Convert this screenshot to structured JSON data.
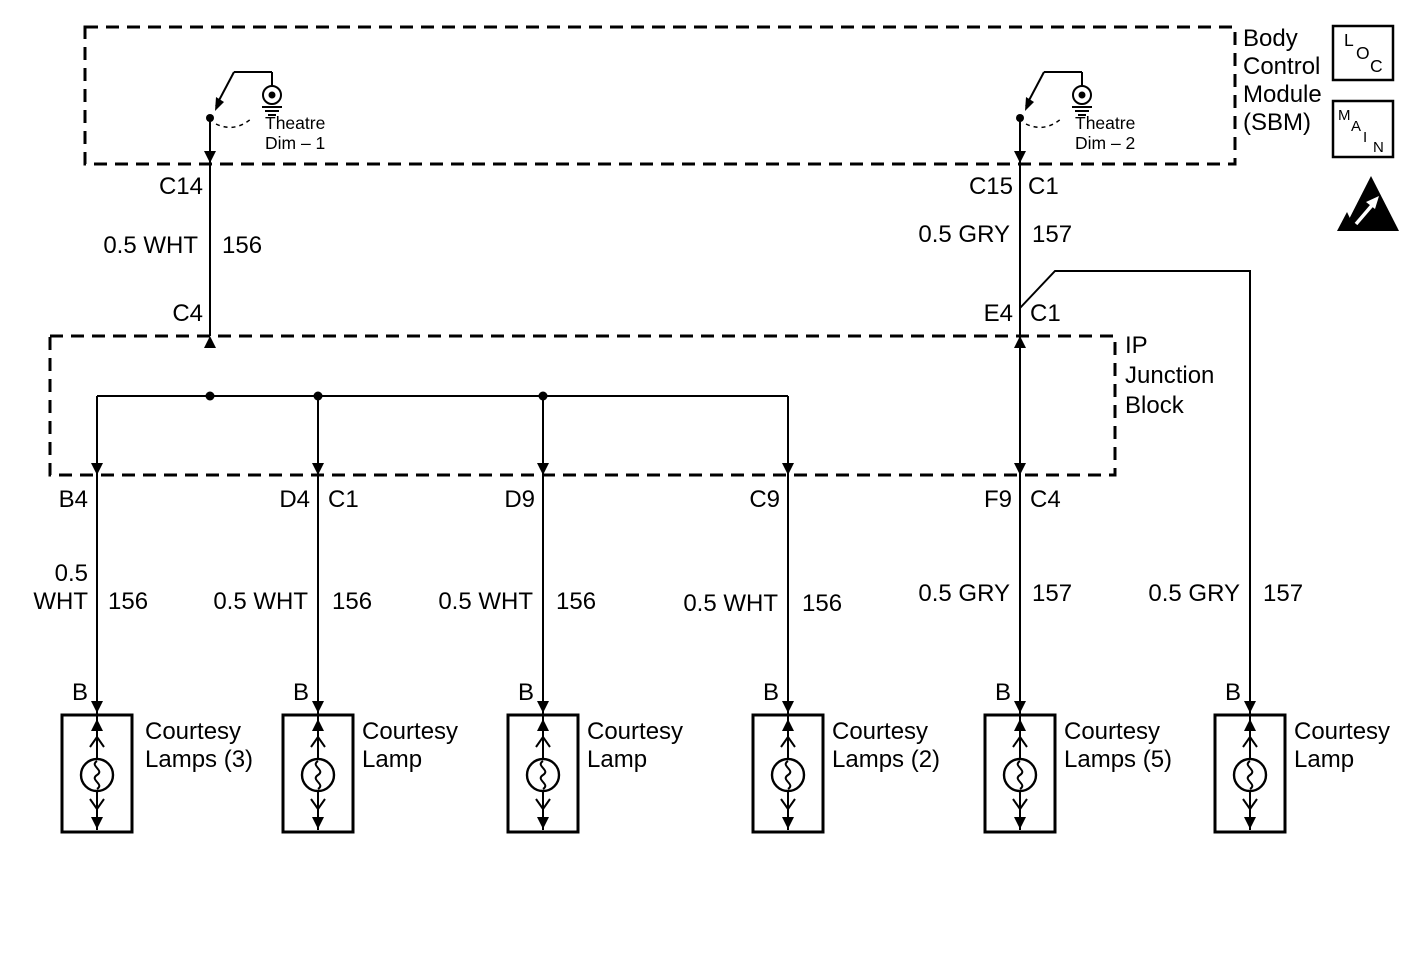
{
  "bcm": {
    "label": [
      "Body",
      "Control",
      "Module",
      "(SBM)"
    ],
    "tags": {
      "loc": [
        "L",
        "O",
        "C"
      ],
      "main": [
        "M",
        "A",
        "I",
        "N"
      ]
    }
  },
  "switches": [
    {
      "name": [
        "Theatre",
        "Dim – 1"
      ]
    },
    {
      "name": [
        "Theatre",
        "Dim – 2"
      ]
    }
  ],
  "junction_block": {
    "label": [
      "IP",
      "Junction",
      "Block"
    ]
  },
  "connectors": {
    "bcm_out_1": "C14",
    "bcm_out_2_left": "C15",
    "bcm_out_2_right": "C1",
    "jb_in_1": "C4",
    "jb_in_2_left": "E4",
    "jb_in_2_right": "C1",
    "jb_out": [
      {
        "left": "B4",
        "right": ""
      },
      {
        "left": "D4",
        "right": "C1"
      },
      {
        "left": "D9",
        "right": ""
      },
      {
        "left": "C9",
        "right": ""
      },
      {
        "left": "F9",
        "right": "C4"
      }
    ],
    "lamp_pin": "B"
  },
  "wires": {
    "upper": [
      {
        "gauge_color": "0.5 WHT",
        "circuit": "156"
      },
      {
        "gauge_color": "0.5 GRY",
        "circuit": "157"
      }
    ],
    "lower": [
      {
        "gauge": "0.5",
        "color": "WHT",
        "circuit": "156"
      },
      {
        "gauge_color": "0.5 WHT",
        "circuit": "156"
      },
      {
        "gauge_color": "0.5 WHT",
        "circuit": "156"
      },
      {
        "gauge_color": "0.5 WHT",
        "circuit": "156"
      },
      {
        "gauge_color": "0.5 GRY",
        "circuit": "157"
      },
      {
        "gauge_color": "0.5 GRY",
        "circuit": "157"
      }
    ]
  },
  "lamps": [
    {
      "label": [
        "Courtesy",
        "Lamps (3)"
      ]
    },
    {
      "label": [
        "Courtesy",
        "Lamp"
      ]
    },
    {
      "label": [
        "Courtesy",
        "Lamp"
      ]
    },
    {
      "label": [
        "Courtesy",
        "Lamps (2)"
      ]
    },
    {
      "label": [
        "Courtesy",
        "Lamps (5)"
      ]
    },
    {
      "label": [
        "Courtesy",
        "Lamp"
      ]
    }
  ],
  "colors": {
    "line": "#000000",
    "background": "#ffffff"
  }
}
